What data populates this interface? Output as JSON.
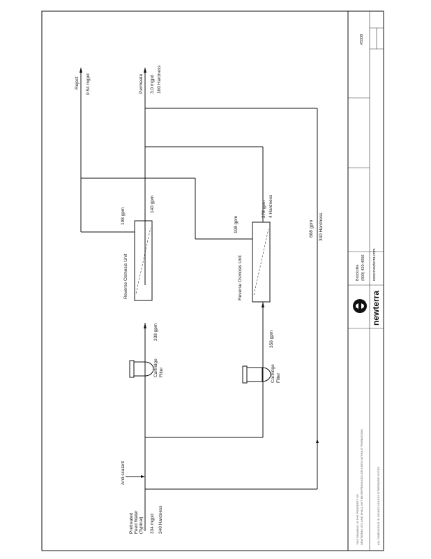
{
  "diagram": {
    "feed": {
      "line1": "Pretreated",
      "line2": "Feed Water",
      "line3": "(Typical)",
      "flow": "334 mgpd",
      "hardness": "340 Hardness"
    },
    "antiscalant": "Anti-scalant",
    "cartridge_filter_1": {
      "line1": "Cartridge",
      "line2": "Filter"
    },
    "cartridge_filter_2": {
      "line1": "Cartridge",
      "line2": "Filter"
    },
    "ro_unit_1": {
      "label": "Reverse Osmosis Unit",
      "feed_flow": "338 gpm",
      "reject_flow": "198 gpm",
      "permeate_flow": "140 gpm"
    },
    "ro_unit_2": {
      "label": "Reverse Osmosis Unit",
      "feed_flow": "358 gpm",
      "reject_flow": "198 gpm",
      "permeate_flow": "278 gpm",
      "permeate_hardness": "4 Hardness"
    },
    "reject": {
      "label": "Reject",
      "flow": "0.54 mgpd"
    },
    "permeate": {
      "label": "Permeate",
      "flow": "3.0 mgpd",
      "hardness": "100 Hardness"
    },
    "bypass": {
      "flow": "668 gpm",
      "hardness": "340 Hardness"
    }
  },
  "title_block": {
    "brand": "newterra",
    "address_line1": "Brockville",
    "address_line2": "(800) 420-4056",
    "address_line3": "www.newterra.com",
    "drawing_no": "#5508",
    "fine_notes": [
      "THIS DRAWING IS THE PROPERTY OF",
      "NEWTERRA LTD. AND SHALL NOT BE REPRODUCED OR USED WITHOUT PERMISSION",
      "ALL DIMENSIONS IN INCHES UNLESS OTHERWISE NOTED"
    ]
  },
  "icons": {
    "logo": "globe-icon"
  }
}
